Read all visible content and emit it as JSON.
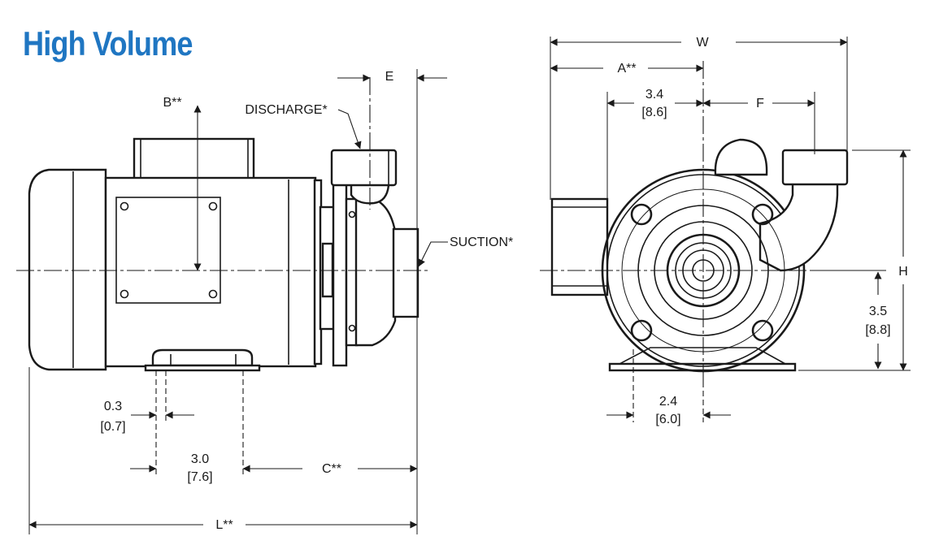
{
  "title": "High Volume",
  "colors": {
    "title": "#1f76c2",
    "line": "#1a1a1a",
    "background": "#ffffff"
  },
  "side_view": {
    "labels": {
      "discharge": "DISCHARGE*",
      "suction": "SUCTION*",
      "b": "B**",
      "e": "E",
      "c": "C**",
      "l": "L**"
    },
    "dims": {
      "foot_slot": {
        "in": "0.3",
        "mm": "[0.7]"
      },
      "foot_holes": {
        "in": "3.0",
        "mm": "[7.6]"
      }
    }
  },
  "front_view": {
    "labels": {
      "w": "W",
      "a": "A**",
      "f": "F",
      "h": "H"
    },
    "dims": {
      "half_width": {
        "in": "3.4",
        "mm": "[8.6]"
      },
      "center_height": {
        "in": "3.5",
        "mm": "[8.8]"
      },
      "foot_half": {
        "in": "2.4",
        "mm": "[6.0]"
      }
    }
  }
}
